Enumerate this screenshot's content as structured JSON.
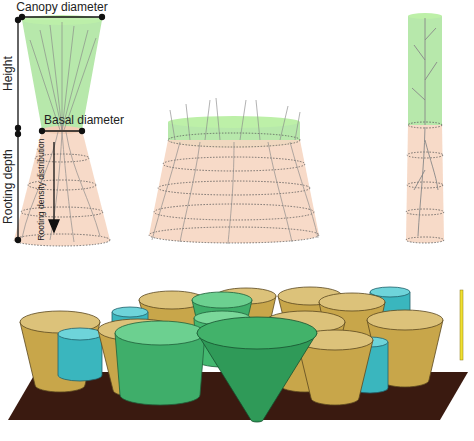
{
  "diagram": {
    "labels": [
      "Canopy diameter",
      "Height",
      "Basal diameter",
      "Rooting depth",
      "Rooting density distribution"
    ]
  }
}
